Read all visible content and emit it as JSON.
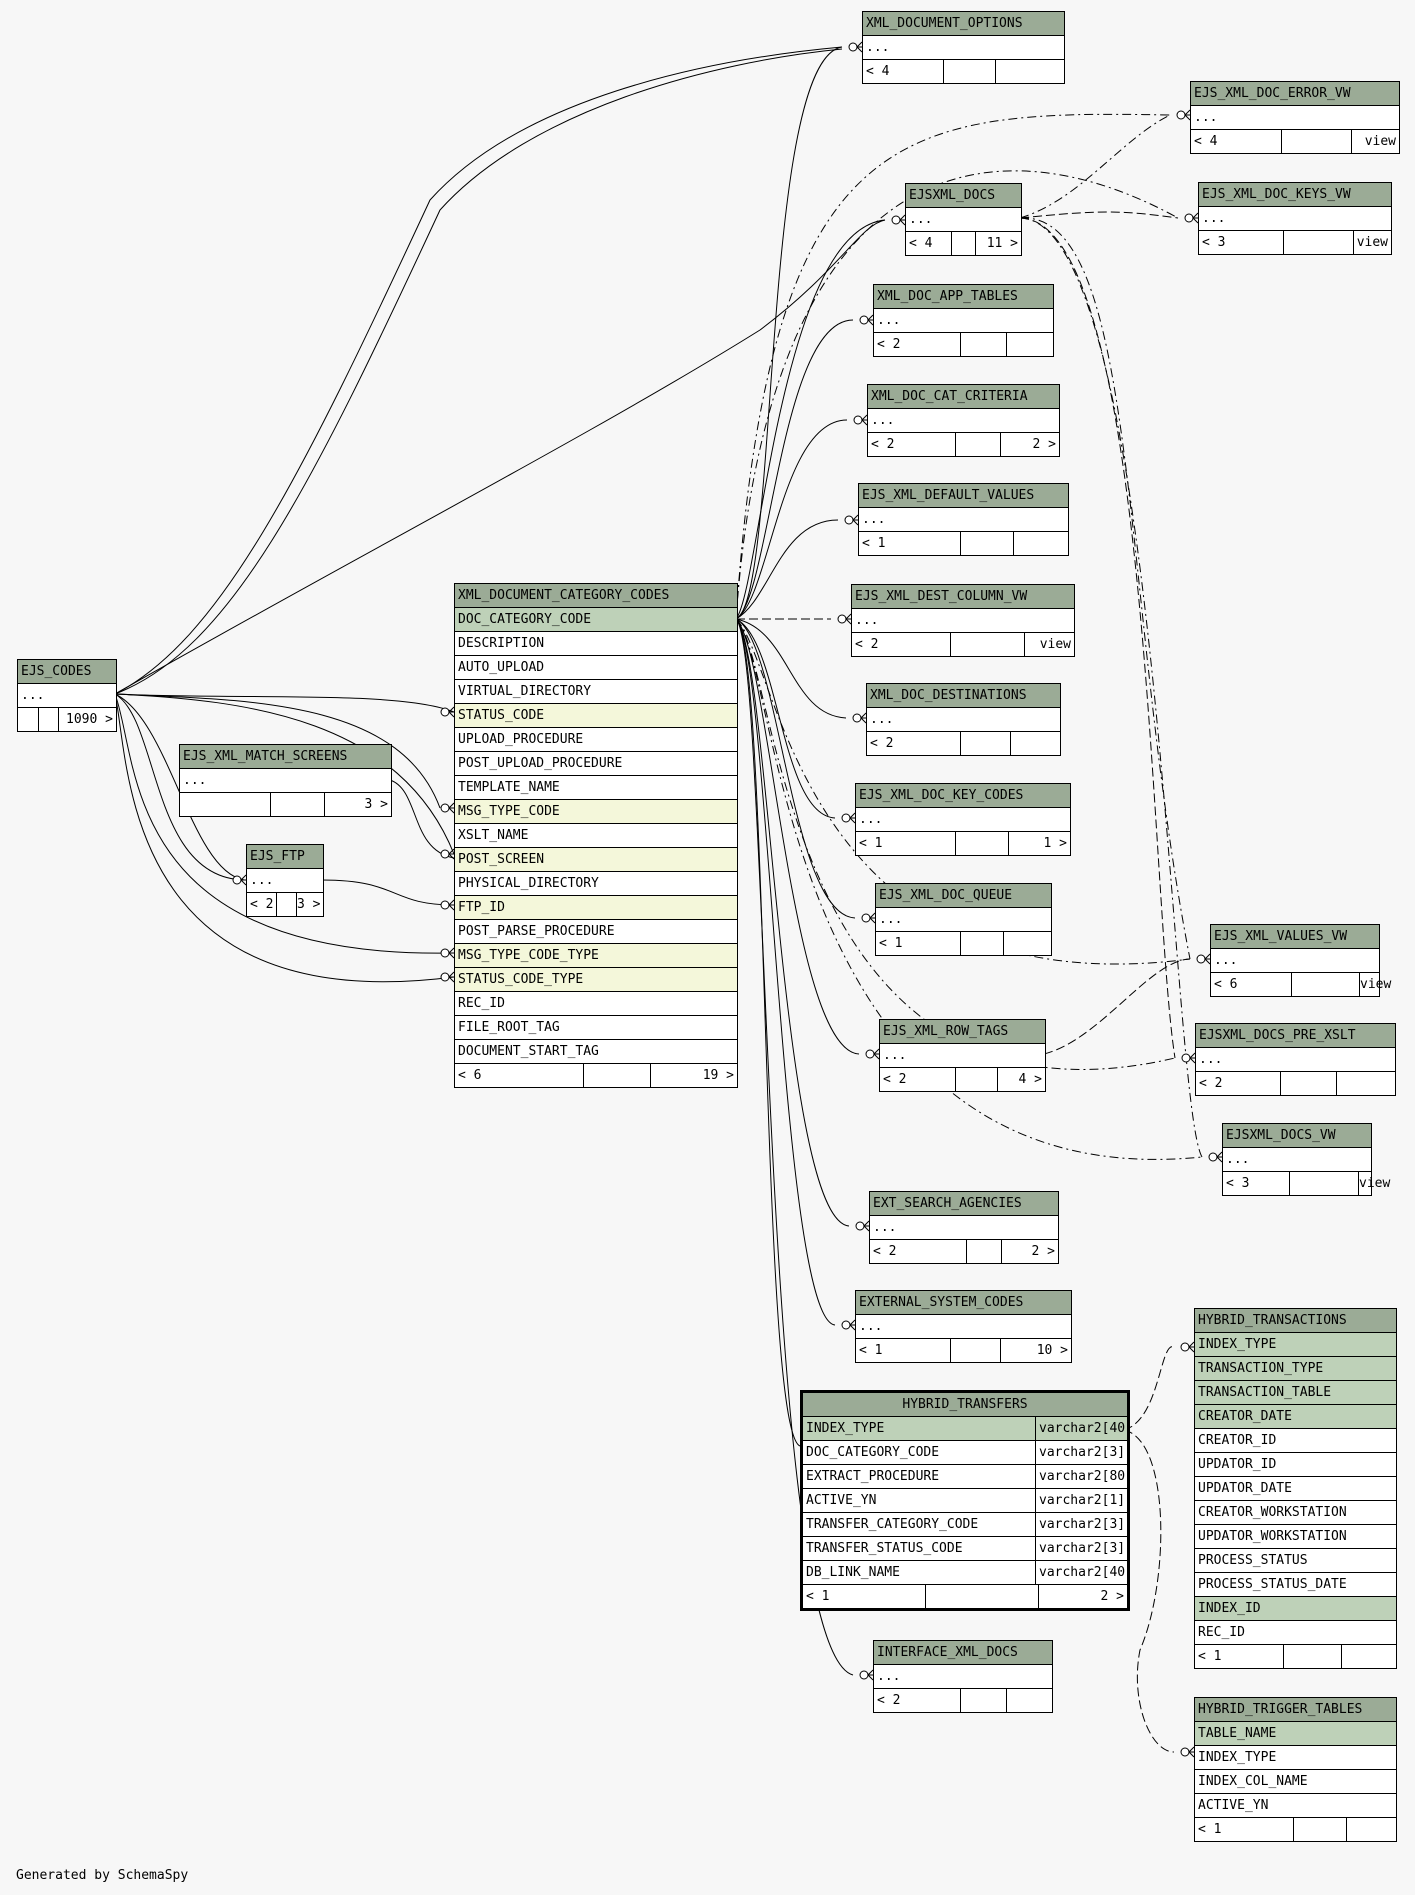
{
  "credit": "Generated by SchemaSpy",
  "colors": {
    "header": "#9bab96",
    "primary_key": "#bed1b8",
    "foreign_key": "#f4f7da"
  },
  "tables": {
    "xml_document_options": {
      "name": "XML_DOCUMENT_OPTIONS",
      "rows": [
        "..."
      ],
      "parents": "< 4",
      "children": ""
    },
    "ejs_xml_doc_error_vw": {
      "name": "EJS_XML_DOC_ERROR_VW",
      "rows": [
        "..."
      ],
      "parents": "< 4",
      "children": "view"
    },
    "ejsxml_docs": {
      "name": "EJSXML_DOCS",
      "rows": [
        "..."
      ],
      "parents": "< 4",
      "children": "11 >"
    },
    "ejs_xml_doc_keys_vw": {
      "name": "EJS_XML_DOC_KEYS_VW",
      "rows": [
        "..."
      ],
      "parents": "< 3",
      "children": "view"
    },
    "xml_doc_app_tables": {
      "name": "XML_DOC_APP_TABLES",
      "rows": [
        "..."
      ],
      "parents": "< 2",
      "children": ""
    },
    "xml_doc_cat_criteria": {
      "name": "XML_DOC_CAT_CRITERIA",
      "rows": [
        "..."
      ],
      "parents": "< 2",
      "children": "2 >"
    },
    "ejs_xml_default_values": {
      "name": "EJS_XML_DEFAULT_VALUES",
      "rows": [
        "..."
      ],
      "parents": "< 1",
      "children": ""
    },
    "xml_document_category_codes": {
      "name": "XML_DOCUMENT_CATEGORY_CODES",
      "rows": [
        "DOC_CATEGORY_CODE",
        "DESCRIPTION",
        "AUTO_UPLOAD",
        "VIRTUAL_DIRECTORY",
        "STATUS_CODE",
        "UPLOAD_PROCEDURE",
        "POST_UPLOAD_PROCEDURE",
        "TEMPLATE_NAME",
        "MSG_TYPE_CODE",
        "XSLT_NAME",
        "POST_SCREEN",
        "PHYSICAL_DIRECTORY",
        "FTP_ID",
        "POST_PARSE_PROCEDURE",
        "MSG_TYPE_CODE_TYPE",
        "STATUS_CODE_TYPE",
        "REC_ID",
        "FILE_ROOT_TAG",
        "DOCUMENT_START_TAG"
      ],
      "parents": "< 6",
      "children": "19 >"
    },
    "ejs_xml_dest_column_vw": {
      "name": "EJS_XML_DEST_COLUMN_VW",
      "rows": [
        "..."
      ],
      "parents": "< 2",
      "children": "view"
    },
    "ejs_codes": {
      "name": "EJS_CODES",
      "rows": [
        "..."
      ],
      "parents": "",
      "children": "1090 >"
    },
    "xml_doc_destinations": {
      "name": "XML_DOC_DESTINATIONS",
      "rows": [
        "..."
      ],
      "parents": "< 2",
      "children": ""
    },
    "ejs_xml_match_screens": {
      "name": "EJS_XML_MATCH_SCREENS",
      "rows": [
        "..."
      ],
      "parents": "",
      "children": "3 >"
    },
    "ejs_xml_doc_key_codes": {
      "name": "EJS_XML_DOC_KEY_CODES",
      "rows": [
        "..."
      ],
      "parents": "< 1",
      "children": "1 >"
    },
    "ejs_ftp": {
      "name": "EJS_FTP",
      "rows": [
        "..."
      ],
      "parents": "< 2",
      "children": "3 >"
    },
    "ejs_xml_doc_queue": {
      "name": "EJS_XML_DOC_QUEUE",
      "rows": [
        "..."
      ],
      "parents": "< 1",
      "children": ""
    },
    "ejs_xml_values_vw": {
      "name": "EJS_XML_VALUES_VW",
      "rows": [
        "..."
      ],
      "parents": "< 6",
      "children": "view"
    },
    "ejs_xml_row_tags": {
      "name": "EJS_XML_ROW_TAGS",
      "rows": [
        "..."
      ],
      "parents": "< 2",
      "children": "4 >"
    },
    "ejsxml_docs_pre_xslt": {
      "name": "EJSXML_DOCS_PRE_XSLT",
      "rows": [
        "..."
      ],
      "parents": "< 2",
      "children": ""
    },
    "ejsxml_docs_vw": {
      "name": "EJSXML_DOCS_VW",
      "rows": [
        "..."
      ],
      "parents": "< 3",
      "children": "view"
    },
    "ext_search_agencies": {
      "name": "EXT_SEARCH_AGENCIES",
      "rows": [
        "..."
      ],
      "parents": "< 2",
      "children": "2 >"
    },
    "external_system_codes": {
      "name": "EXTERNAL_SYSTEM_CODES",
      "rows": [
        "..."
      ],
      "parents": "< 1",
      "children": "10 >"
    },
    "hybrid_transactions": {
      "name": "HYBRID_TRANSACTIONS",
      "rows": [
        "INDEX_TYPE",
        "TRANSACTION_TYPE",
        "TRANSACTION_TABLE",
        "CREATOR_DATE",
        "CREATOR_ID",
        "UPDATOR_ID",
        "UPDATOR_DATE",
        "CREATOR_WORKSTATION",
        "UPDATOR_WORKSTATION",
        "PROCESS_STATUS",
        "PROCESS_STATUS_DATE",
        "INDEX_ID",
        "REC_ID"
      ],
      "parents": "< 1",
      "children": ""
    },
    "hybrid_transfers": {
      "name": "HYBRID_TRANSFERS",
      "rows": [
        "INDEX_TYPE",
        "DOC_CATEGORY_CODE",
        "EXTRACT_PROCEDURE",
        "ACTIVE_YN",
        "TRANSFER_CATEGORY_CODE",
        "TRANSFER_STATUS_CODE",
        "DB_LINK_NAME"
      ],
      "types": [
        "varchar2[40]",
        "varchar2[3]",
        "varchar2[80]",
        "varchar2[1]",
        "varchar2[3]",
        "varchar2[3]",
        "varchar2[40]"
      ],
      "parents": "< 1",
      "children": "2 >"
    },
    "interface_xml_docs": {
      "name": "INTERFACE_XML_DOCS",
      "rows": [
        "..."
      ],
      "parents": "< 2",
      "children": ""
    },
    "hybrid_trigger_tables": {
      "name": "HYBRID_TRIGGER_TABLES",
      "rows": [
        "TABLE_NAME",
        "INDEX_TYPE",
        "INDEX_COL_NAME",
        "ACTIVE_YN"
      ],
      "parents": "< 1",
      "children": ""
    }
  }
}
